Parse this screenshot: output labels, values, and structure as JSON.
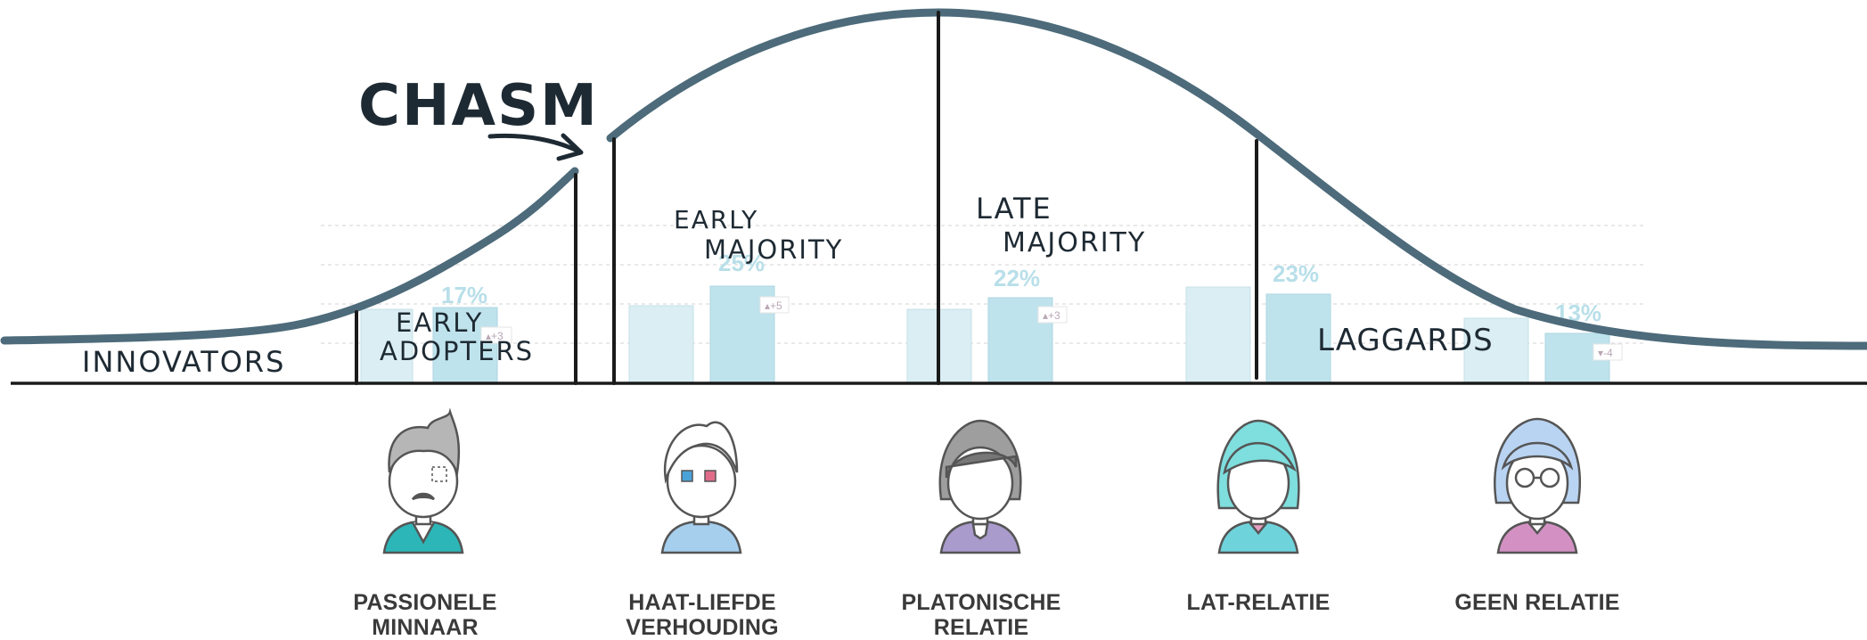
{
  "diagram": {
    "chasm_label": "CHASM",
    "segments": [
      {
        "key": "innovators",
        "line1": "INNOVATORS",
        "line2": ""
      },
      {
        "key": "early_adopters",
        "line1": "EARLY",
        "line2": "ADOPTERS"
      },
      {
        "key": "early_majority",
        "line1": "EARLY",
        "line2": "MAJORITY"
      },
      {
        "key": "late_majority",
        "line1": "LATE",
        "line2": "MAJORITY"
      },
      {
        "key": "laggards",
        "line1": "LAGGARDS",
        "line2": ""
      }
    ]
  },
  "personas": [
    {
      "line1": "PASSIONELE",
      "line2": "MINNAAR",
      "pct": "17%",
      "delta": "+3",
      "delta_dir": "up"
    },
    {
      "line1": "HAAT-LIEFDE",
      "line2": "VERHOUDING",
      "pct": "25%",
      "delta": "+5",
      "delta_dir": "up"
    },
    {
      "line1": "PLATONISCHE",
      "line2": "RELATIE",
      "pct": "22%",
      "delta": "+3",
      "delta_dir": "up"
    },
    {
      "line1": "LAT-RELATIE",
      "line2": "",
      "pct": "23%",
      "delta": "",
      "delta_dir": "up"
    },
    {
      "line1": "GEEN RELATIE",
      "line2": "",
      "pct": "13%",
      "delta": "-4",
      "delta_dir": "down"
    }
  ],
  "colors": {
    "curve": "#4d6b7a",
    "bar_prev": "#daeef3",
    "bar_curr": "#bfe3ec",
    "line": "#1a1a1a",
    "gridline": "#d9d9d9"
  }
}
